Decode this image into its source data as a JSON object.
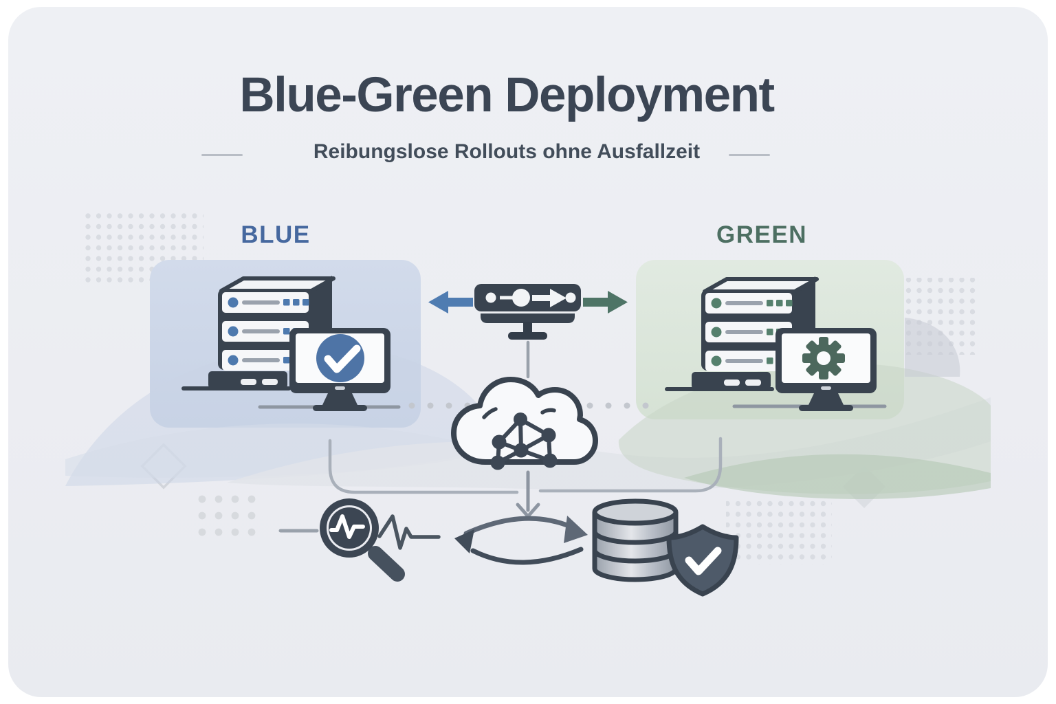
{
  "header": {
    "title": "Blue-Green Deployment",
    "subtitle": "Reibungslose Rollouts ohne Ausfallzeit"
  },
  "environments": {
    "blue": {
      "label": "BLUE",
      "accent_color": "#4d79ae",
      "panel_color": "#cfd9e9",
      "label_color": "#46689f",
      "status_icon": "check-circle"
    },
    "green": {
      "label": "GREEN",
      "accent_color": "#55806d",
      "panel_color": "#dfe8df",
      "label_color": "#4d6f62",
      "status_icon": "gear"
    }
  },
  "diagram": {
    "router": {
      "icon": "traffic-switch",
      "arrow_to_blue_color": "#4f7cb1",
      "arrow_to_green_color": "#4e7466"
    },
    "cloud": {
      "icon": "cloud-network"
    },
    "bottom_icons": [
      "monitoring-magnifier-pulse",
      "swap-cycle-arrows",
      "database",
      "shield-check"
    ]
  },
  "colors": {
    "canvas": "#ffffff",
    "card": "#edeff3",
    "dark_slate": "#39434f",
    "title_text": "#3b4554",
    "connector_gray": "#a9b0ba",
    "line_gray": "#9aa2ad",
    "dot_gray": "#d9dce2"
  }
}
